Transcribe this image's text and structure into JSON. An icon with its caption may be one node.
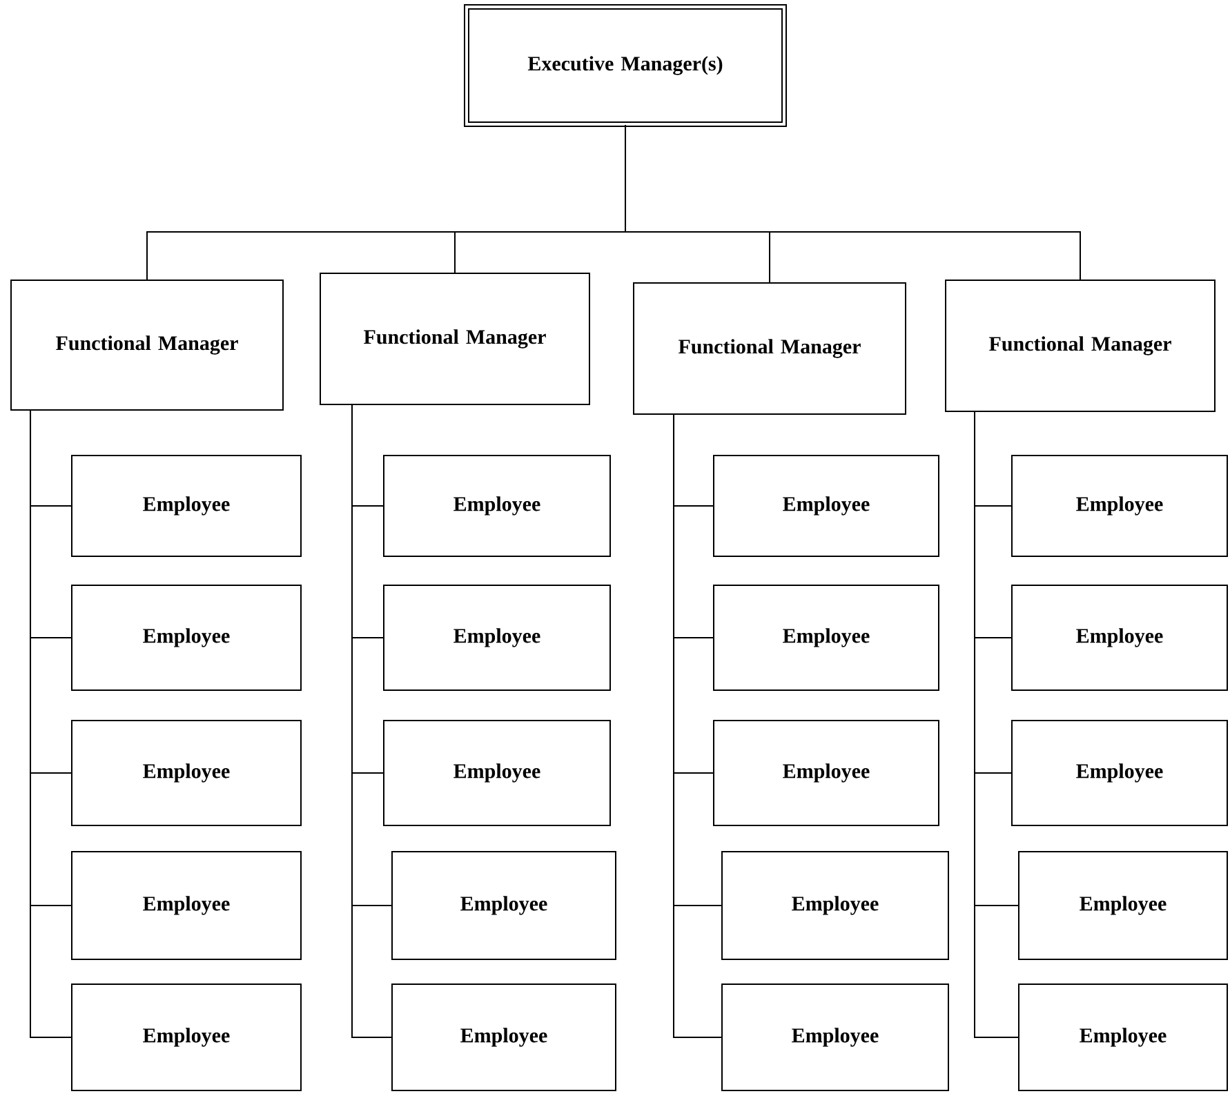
{
  "diagram": {
    "nodes": [
      {
        "text": [
          "Executive Manager(s)"
        ]
      },
      {
        "text": [
          "Functional Manager"
        ]
      },
      {
        "text": [
          "Functional Manager"
        ]
      },
      {
        "text": [
          "Functional Manager"
        ]
      },
      {
        "text": [
          "Functional Manager"
        ]
      },
      {
        "text": [
          "Employee"
        ]
      },
      {
        "text": [
          "Employee"
        ]
      },
      {
        "text": [
          "Employee"
        ]
      },
      {
        "text": [
          "Employee"
        ]
      },
      {
        "text": [
          "Employee"
        ]
      },
      {
        "text": [
          "Employee"
        ]
      },
      {
        "text": [
          "Employee"
        ]
      },
      {
        "text": [
          "Employee"
        ]
      },
      {
        "text": [
          "Employee"
        ]
      },
      {
        "text": [
          "Employee"
        ]
      },
      {
        "text": [
          "Employee"
        ]
      },
      {
        "text": [
          "Employee"
        ]
      },
      {
        "text": [
          "Employee"
        ]
      },
      {
        "text": [
          "Employee"
        ]
      },
      {
        "text": [
          "Employee"
        ]
      },
      {
        "text": [
          "Employee"
        ]
      },
      {
        "text": [
          "Employee"
        ]
      },
      {
        "text": [
          "Employee"
        ]
      },
      {
        "text": [
          "Employee"
        ]
      },
      {
        "text": [
          "Employee"
        ]
      }
    ],
    "edges": [
      {
        "from": 0,
        "to": 1,
        "arrow": "none"
      },
      {
        "from": 0,
        "to": 2,
        "arrow": "none"
      },
      {
        "from": 0,
        "to": 3,
        "arrow": "none"
      },
      {
        "from": 0,
        "to": 4,
        "arrow": "none"
      },
      {
        "from": 1,
        "to": 5,
        "arrow": "none"
      },
      {
        "from": 1,
        "to": 9,
        "arrow": "none"
      },
      {
        "from": 1,
        "to": 13,
        "arrow": "none"
      },
      {
        "from": 1,
        "to": 17,
        "arrow": "none"
      },
      {
        "from": 1,
        "to": 21,
        "arrow": "none"
      },
      {
        "from": 2,
        "to": 6,
        "arrow": "none"
      },
      {
        "from": 2,
        "to": 10,
        "arrow": "none"
      },
      {
        "from": 2,
        "to": 14,
        "arrow": "none"
      },
      {
        "from": 2,
        "to": 18,
        "arrow": "none"
      },
      {
        "from": 2,
        "to": 22,
        "arrow": "none"
      },
      {
        "from": 3,
        "to": 7,
        "arrow": "none"
      },
      {
        "from": 3,
        "to": 11,
        "arrow": "none"
      },
      {
        "from": 3,
        "to": 15,
        "arrow": "none"
      },
      {
        "from": 3,
        "to": 19,
        "arrow": "none"
      },
      {
        "from": 3,
        "to": 23,
        "arrow": "none"
      },
      {
        "from": 4,
        "to": 8,
        "arrow": "none"
      },
      {
        "from": 4,
        "to": 12,
        "arrow": "none"
      },
      {
        "from": 4,
        "to": 16,
        "arrow": "none"
      },
      {
        "from": 4,
        "to": 20,
        "arrow": "none"
      },
      {
        "from": 4,
        "to": 24,
        "arrow": "none"
      }
    ]
  }
}
